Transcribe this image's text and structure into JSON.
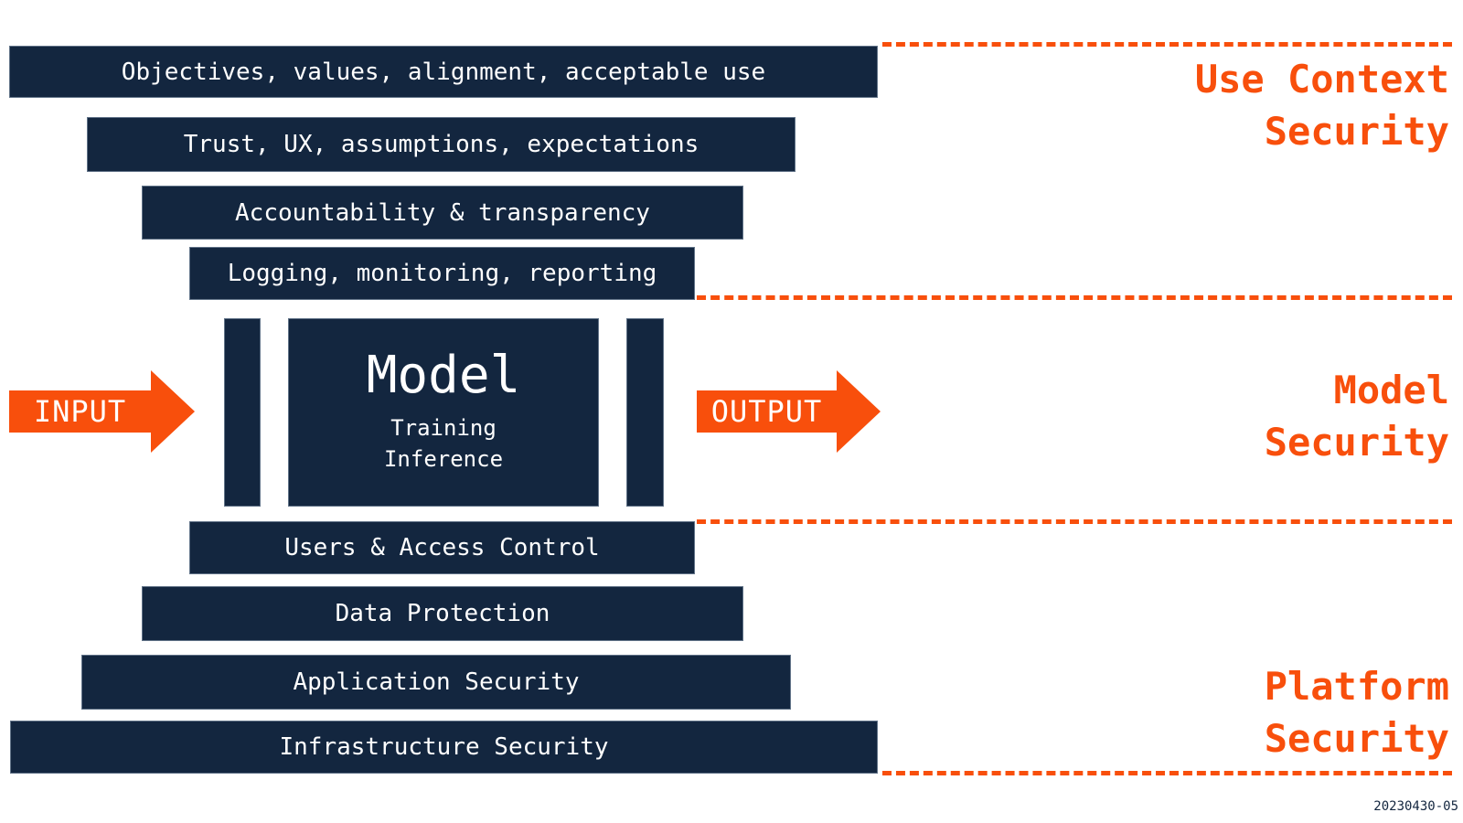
{
  "colors": {
    "navy": "#13263f",
    "orange": "#f84f0c",
    "bar_text": "#ffffff"
  },
  "top_bars": [
    "Objectives, values, alignment, acceptable use",
    "Trust, UX, assumptions, expectations",
    "Accountability & transparency",
    "Logging, monitoring, reporting"
  ],
  "bottom_bars": [
    "Users & Access Control",
    "Data Protection",
    "Application Security",
    "Infrastructure Security"
  ],
  "model": {
    "title": "Model",
    "sub1": "Training",
    "sub2": "Inference"
  },
  "arrows": {
    "input": "INPUT",
    "output": "OUTPUT"
  },
  "section_labels": [
    {
      "id": "use-context",
      "line1": "Use Context",
      "line2": "Security"
    },
    {
      "id": "model",
      "line1": "Model",
      "line2": "Security"
    },
    {
      "id": "platform",
      "line1": "Platform",
      "line2": "Security"
    }
  ],
  "footnote": "20230430-05"
}
